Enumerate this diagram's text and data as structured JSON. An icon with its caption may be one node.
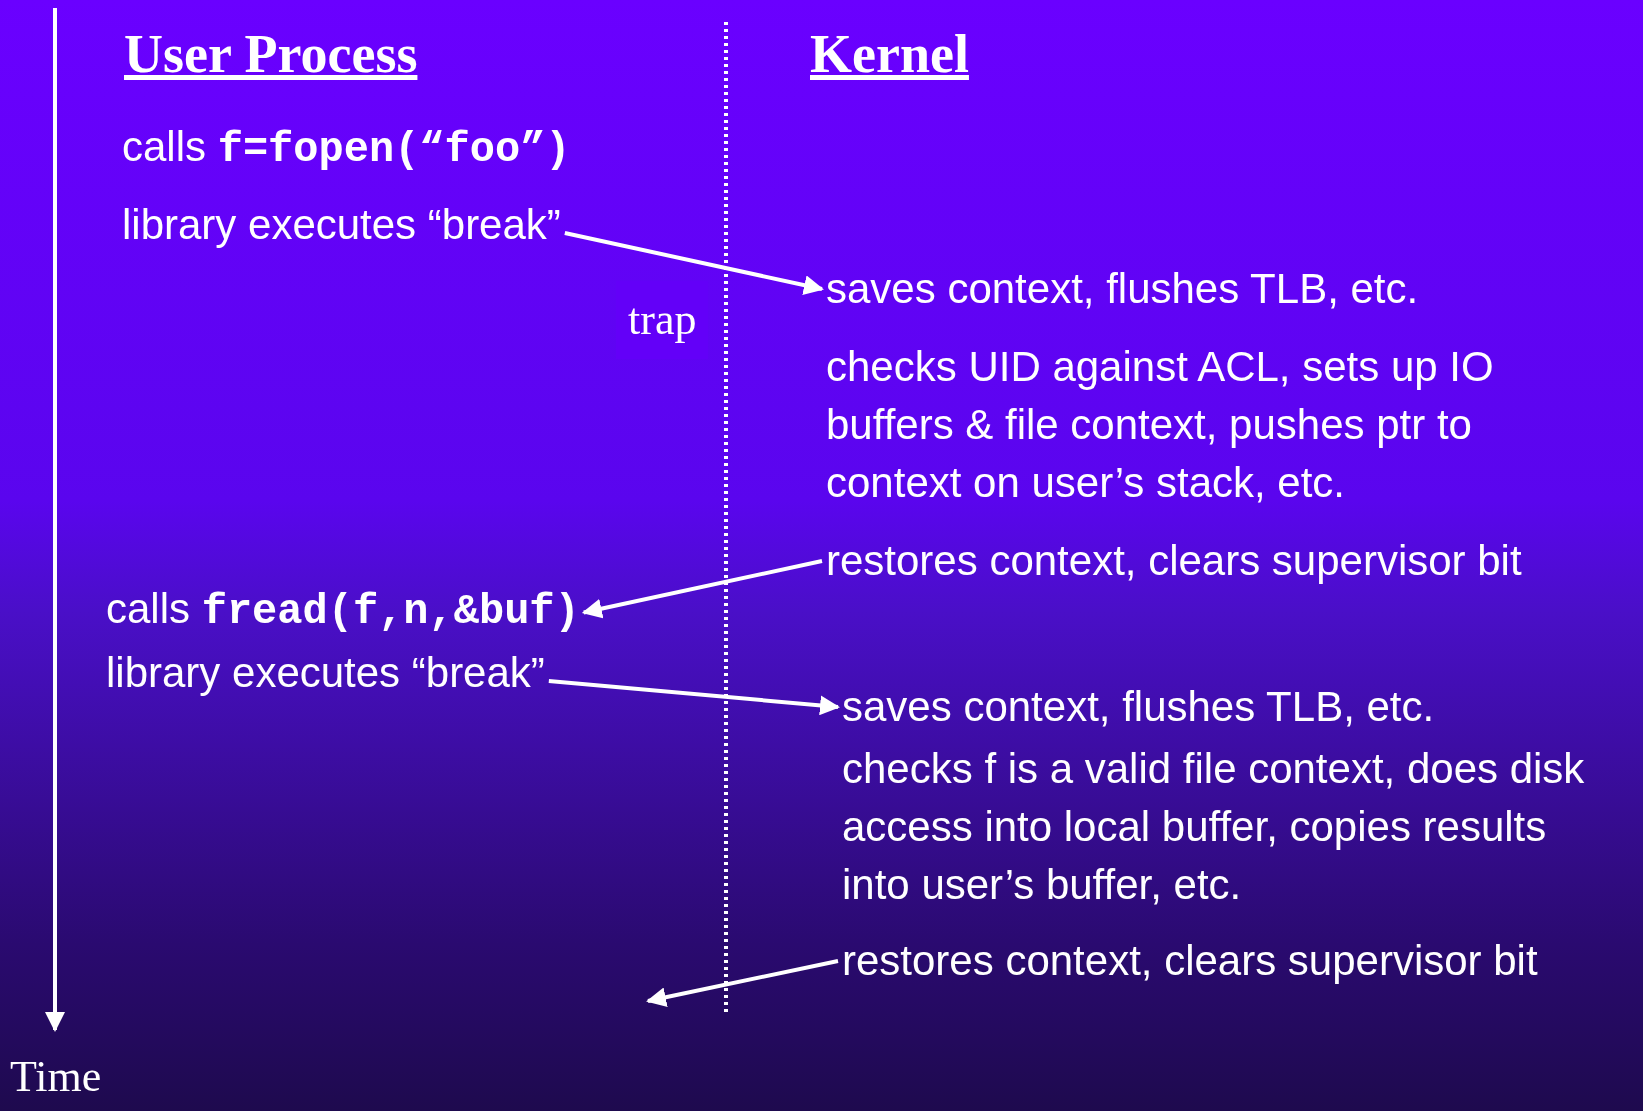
{
  "diagram": {
    "nodes": [
      {
        "text": [
          "library executes “break”"
        ]
      },
      {
        "text": [
          "saves context, flushes TLB, etc."
        ]
      },
      {
        "text": [
          "restores context, clears supervisor bit"
        ]
      },
      {
        "text": [
          "calls **fread(f,n,&buf)**"
        ]
      },
      {
        "text": [
          "library executes “break”"
        ]
      },
      {
        "text": [
          "saves context, flushes TLB, etc."
        ]
      },
      {
        "text": [
          "restores context, clears supervisor bit"
        ]
      }
    ],
    "edges": [
      {
        "from": 0,
        "to": 1,
        "arrow": "to",
        "label": "trap"
      },
      {
        "from": 2,
        "to": 3,
        "arrow": "to"
      },
      {
        "from": 4,
        "to": 5,
        "arrow": "to"
      },
      {
        "from": 6,
        "to": null,
        "arrow": "to"
      }
    ],
    "labels": [
      "User Process",
      "Kernel",
      "calls **f=fopen(“foo”)**",
      "checks UID against ACL, sets up IO buffers & file context, pushes ptr to context on user’s stack, etc.",
      "checks f is a valid file context, does disk access into local buffer, copies results into user’s buffer, etc.",
      "Time"
    ]
  }
}
